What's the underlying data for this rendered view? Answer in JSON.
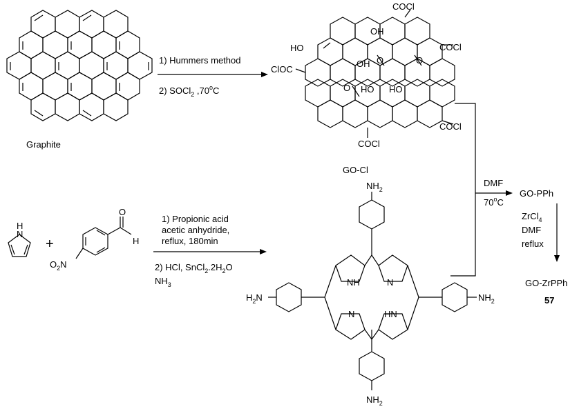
{
  "labels": {
    "graphite": "Graphite",
    "go_cl": "GO-Cl",
    "step1": "1) Hummers method",
    "step2_prefix": "2) SOCl",
    "step2_sub": "2",
    "step2_suffix": " ,70",
    "step2_sup": "o",
    "step2_end": "C",
    "ho1": "HO",
    "clocl": "ClOC",
    "cocl_top": "COCl",
    "cocl_right1": "COCl",
    "cocl_right2": "COCl",
    "cocl_bottom": "COCl",
    "oh1": "OH",
    "oh2": "OH",
    "ho2": "HO",
    "ho3": "HO",
    "o_ep1": "O",
    "o_ep2": "O",
    "o_ep3": "O",
    "dmf": "DMF",
    "temp_main": "70",
    "temp_sup": "o",
    "temp_unit": "C",
    "go_pph": "GO-PPh",
    "zrcl": "ZrCl",
    "zrcl_sub": "4",
    "dmf2": "DMF",
    "reflux": "reflux",
    "go_zrpph": "GO-ZrPPh",
    "compound_no": "57",
    "pyrrole_nh": "H",
    "pyrrole_n": "N",
    "plus": "+",
    "o_ald": "O",
    "h_ald": "H",
    "o2n": "O",
    "o2n_sub": "2",
    "o2n_n": "N",
    "r1": "1) Propionic acid",
    "r2": "acetic anhydride,",
    "r3": "reflux, 180min",
    "r4_prefix": "2) HCl, SnCl",
    "r4_sub1": "2",
    "r4_mid": ".2H",
    "r4_sub2": "2",
    "r4_end": "O",
    "r5": "NH",
    "r5_sub": "3",
    "nh2_top": "NH",
    "nh2_top_sub": "2",
    "nh2_left_h": "H",
    "nh2_left_sub": "2",
    "nh2_left_n": "N",
    "nh2_right": "NH",
    "nh2_right_sub": "2",
    "nh2_bottom": "NH",
    "nh2_bottom_sub": "2",
    "nh_core1": "NH",
    "n_core1": "N",
    "n_core2": "N",
    "hn_core": "HN"
  }
}
